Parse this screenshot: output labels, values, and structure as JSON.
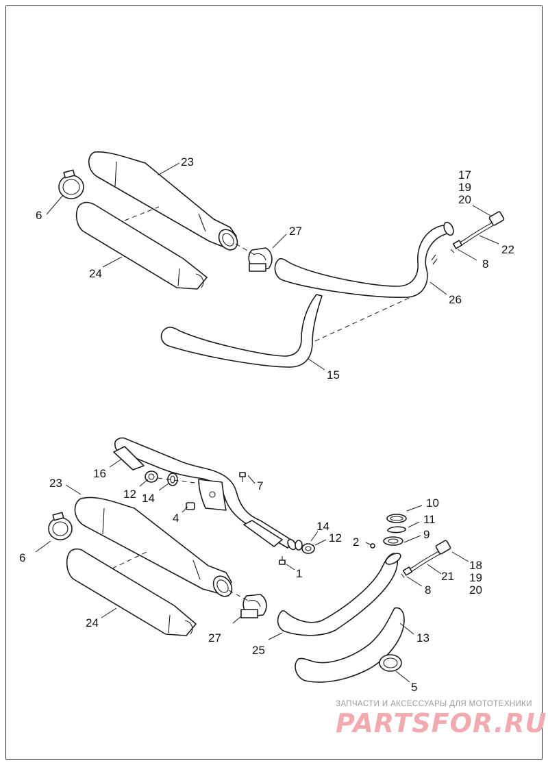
{
  "diagram": {
    "upper_assembly": {
      "callouts": [
        "23",
        "6",
        "24",
        "27",
        "17",
        "19",
        "20",
        "22",
        "8",
        "26",
        "15"
      ]
    },
    "lower_assembly": {
      "callouts": [
        "16",
        "7",
        "23",
        "12",
        "14",
        "4",
        "10",
        "11",
        "9",
        "14",
        "12",
        "2",
        "6",
        "1",
        "18",
        "21",
        "19",
        "20",
        "8",
        "13",
        "24",
        "27",
        "25",
        "5"
      ]
    }
  },
  "watermark": {
    "tagline": "ЗАПЧАСТИ И АКСЕССУАРЫ ДЛЯ МОТОТЕХНИКИ",
    "logo": "PARTSFOR.RU"
  },
  "colors": {
    "line": "#1a1a1a",
    "watermark_logo": "#f0aab0",
    "watermark_text": "#9a9a9a"
  }
}
